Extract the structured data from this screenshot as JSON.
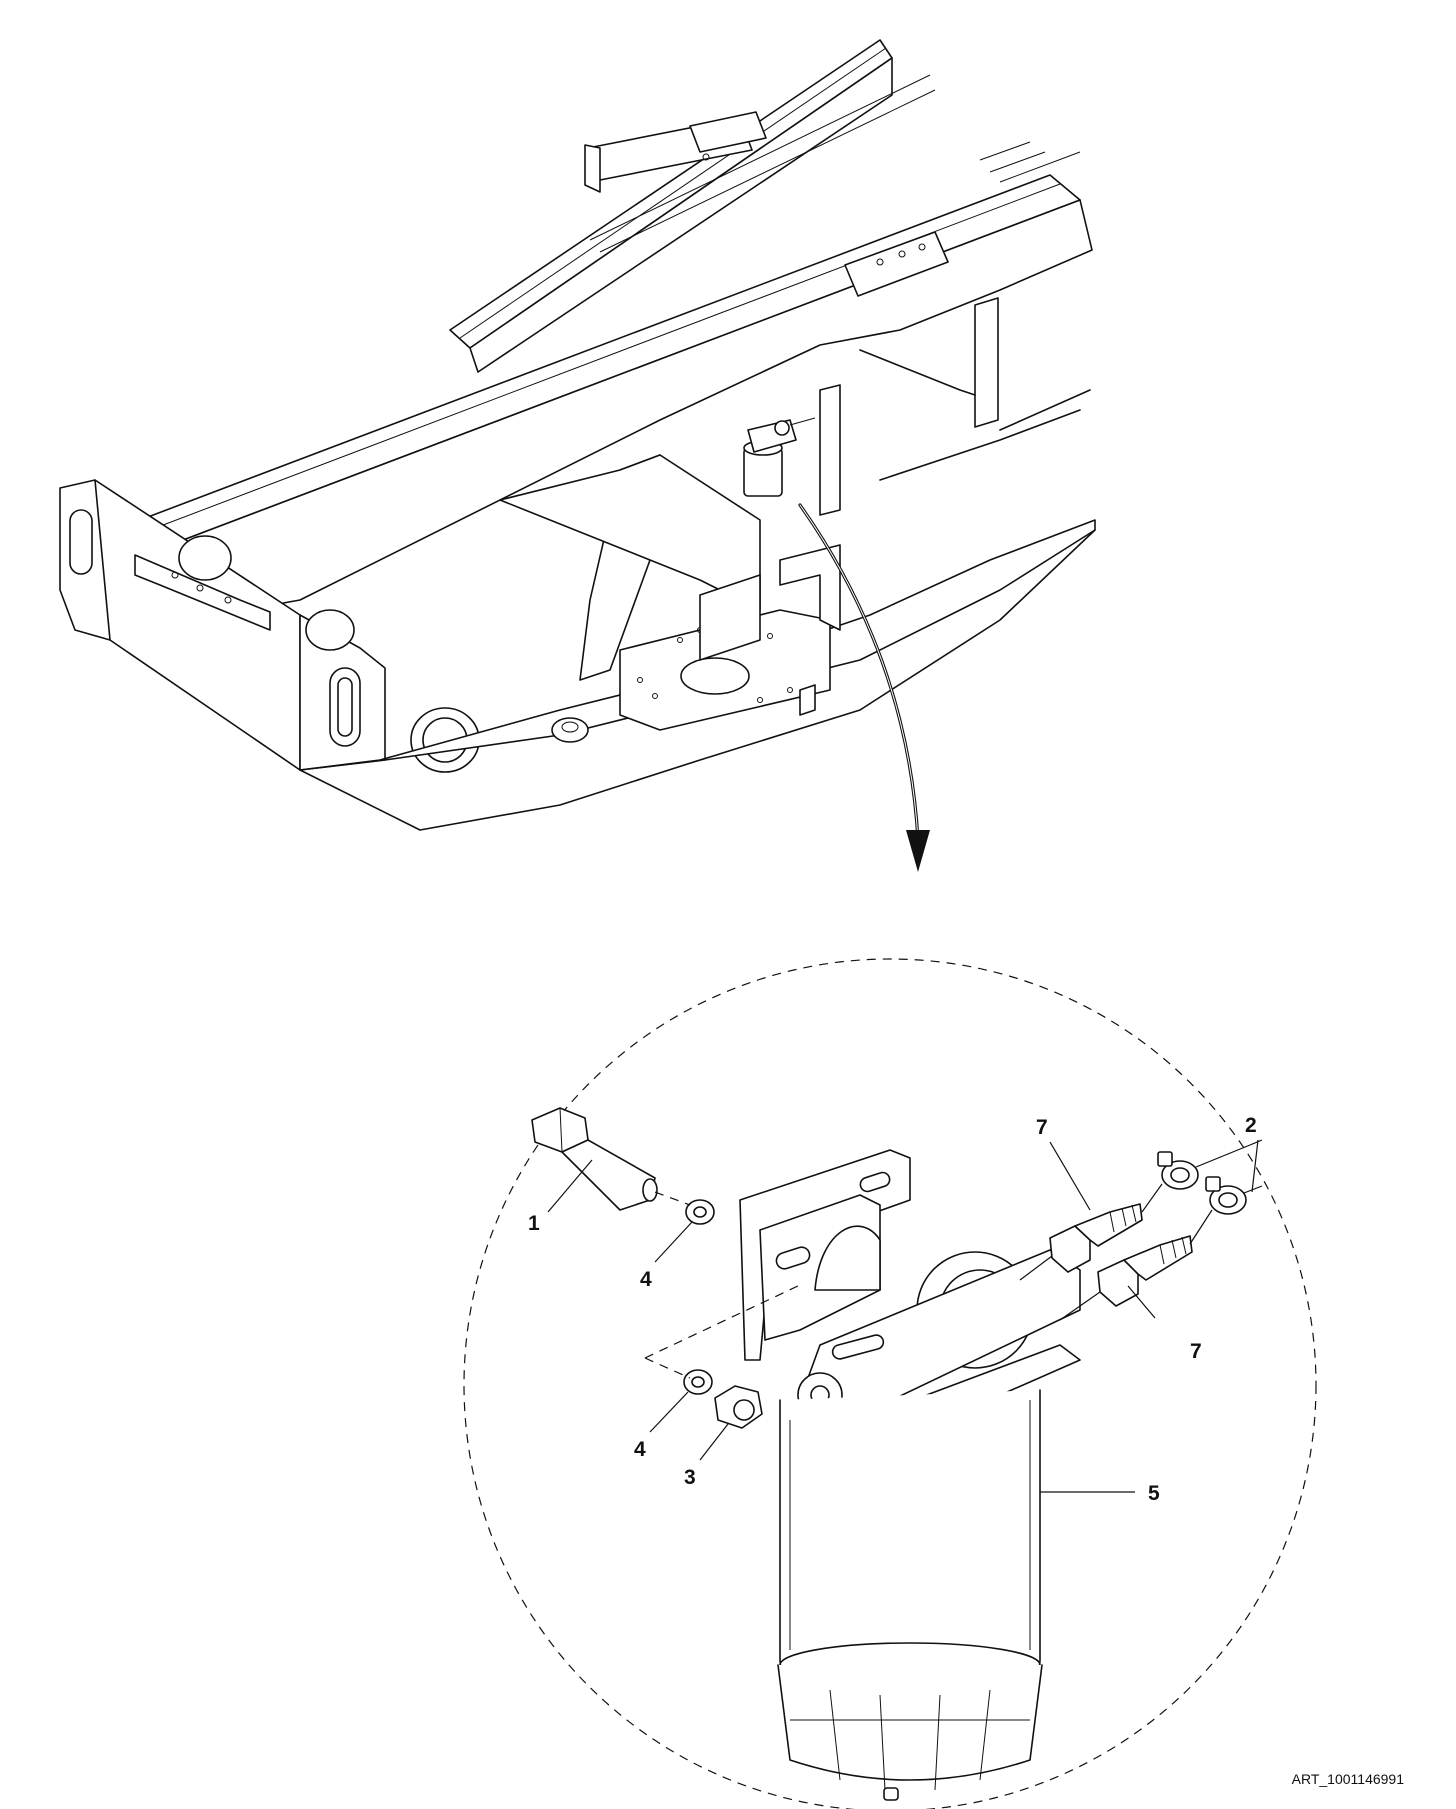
{
  "figure": {
    "art_reference": "ART_1001146991",
    "callouts": [
      {
        "id": "c1",
        "label": "1"
      },
      {
        "id": "c2",
        "label": "2"
      },
      {
        "id": "c3",
        "label": "3"
      },
      {
        "id": "c4a",
        "label": "4"
      },
      {
        "id": "c4b",
        "label": "4"
      },
      {
        "id": "c5",
        "label": "5"
      },
      {
        "id": "c7a",
        "label": "7"
      },
      {
        "id": "c7b",
        "label": "7"
      }
    ],
    "line_color": "#111111",
    "background_color": "#ffffff",
    "icons": [
      "frame-chassis-drawing",
      "fuel-filter-assembly-drawing",
      "detail-view-circle",
      "detail-arrow"
    ]
  }
}
